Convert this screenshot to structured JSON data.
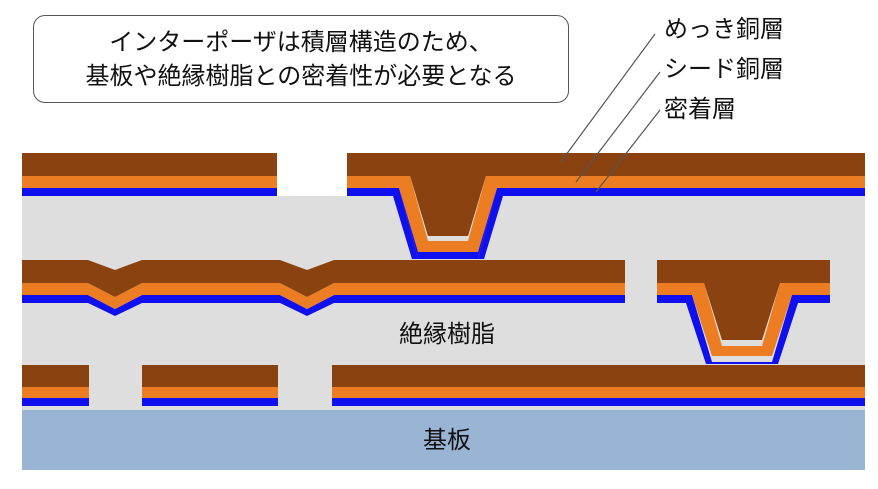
{
  "callout": {
    "line1": "インターポーザは積層構造のため、",
    "line2": "基板や絶縁樹脂との密着性が必要となる"
  },
  "layer_labels": {
    "plated_copper": "めっき銅層",
    "seed_copper": "シード銅層",
    "adhesion": "密着層"
  },
  "regions": {
    "insulating_resin": "絶縁樹脂",
    "substrate": "基板"
  },
  "colors": {
    "plated_copper": "#8a4310",
    "seed_copper": "#ed7d22",
    "adhesion": "#1010ee",
    "resin": "#dedede",
    "substrate": "#9ab4d4"
  }
}
